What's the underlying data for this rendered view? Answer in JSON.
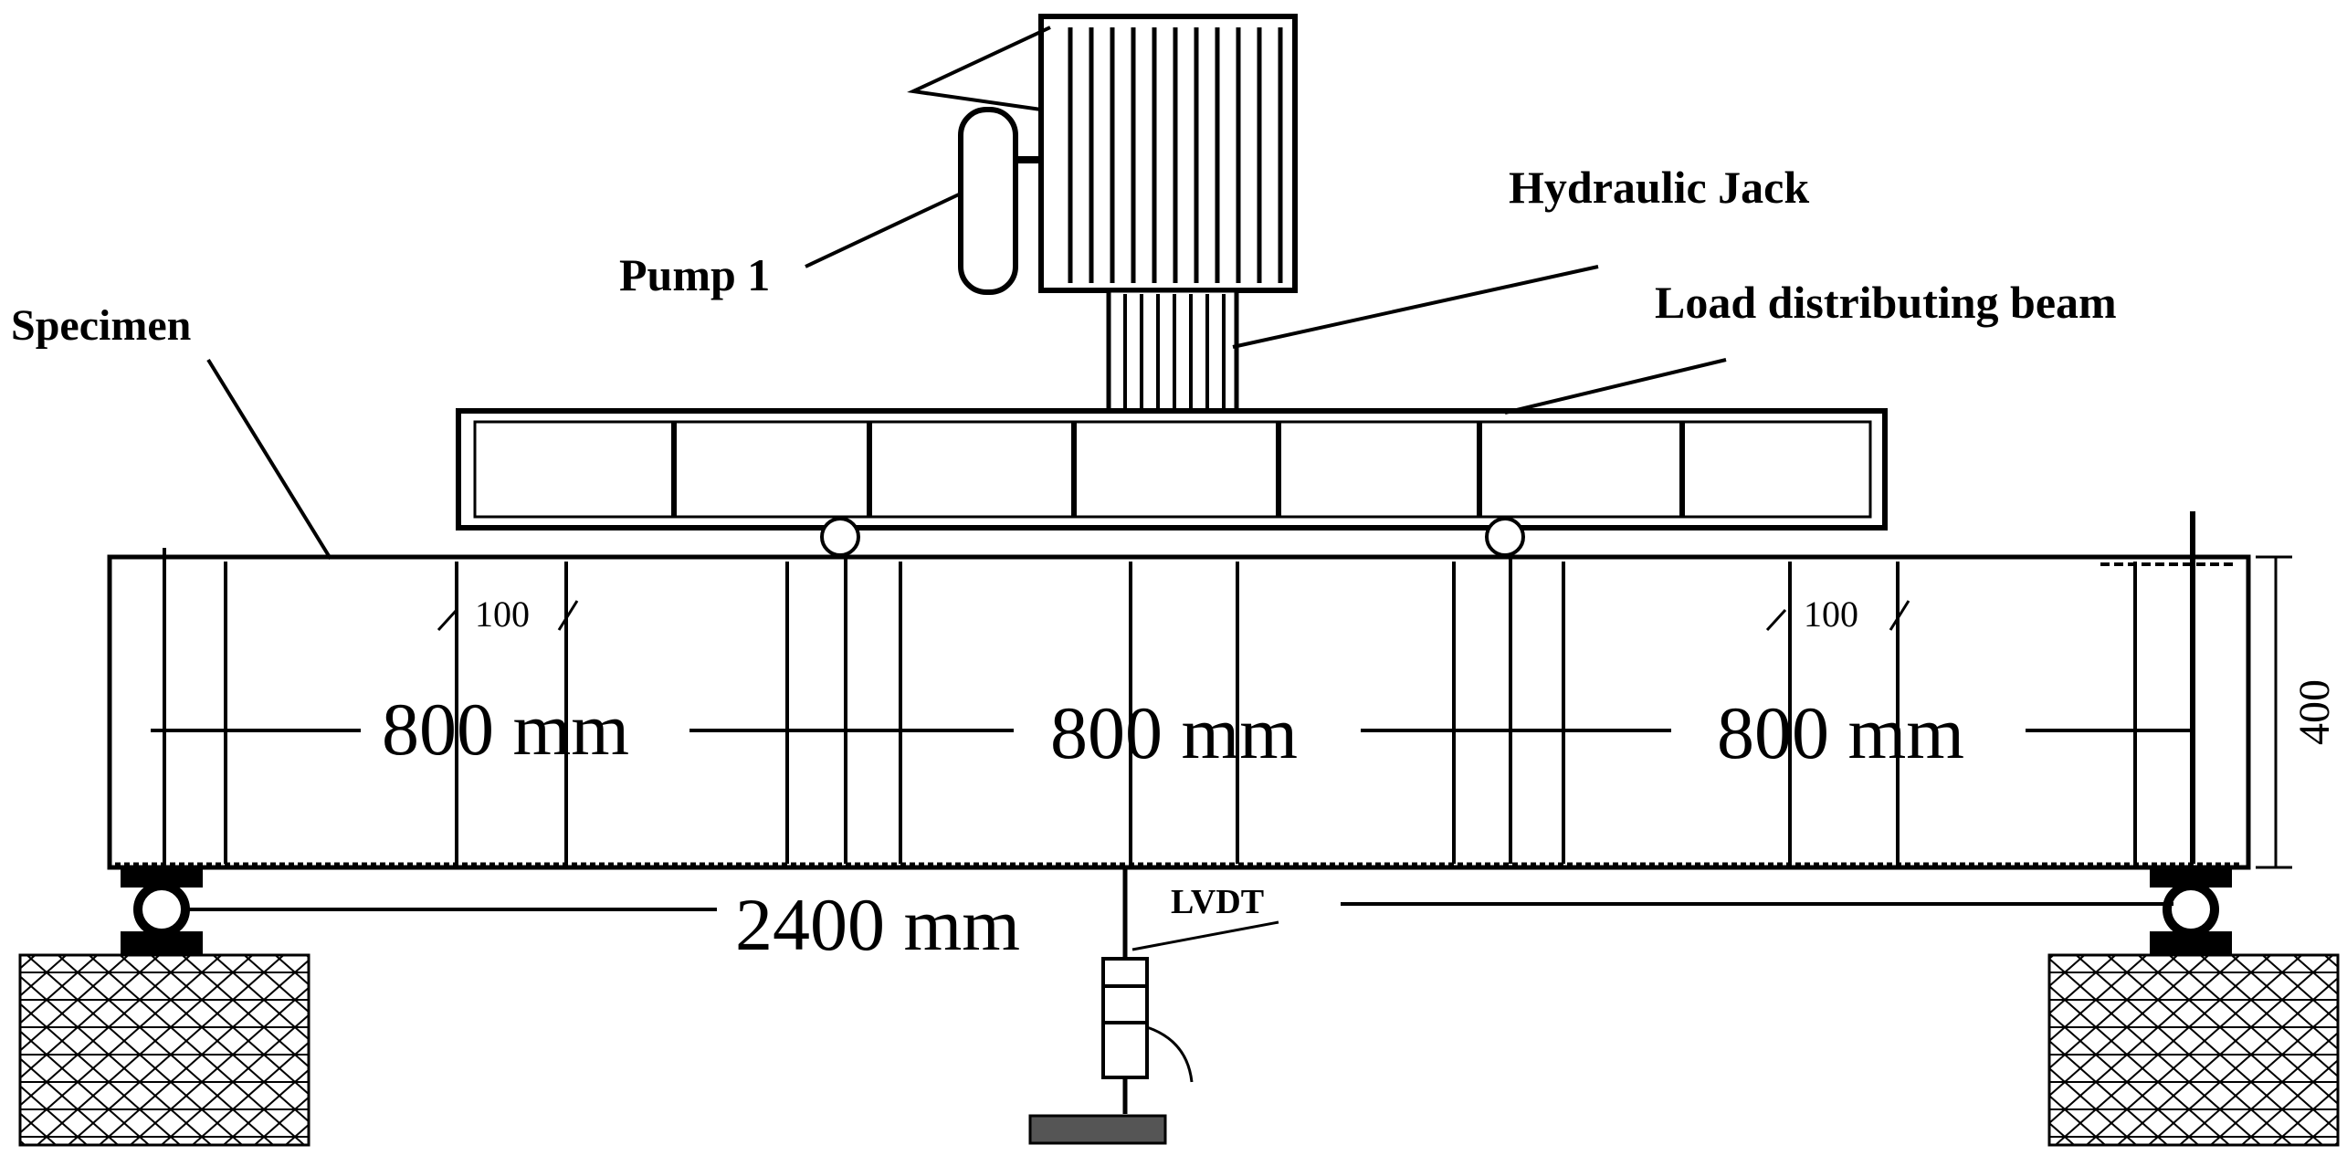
{
  "labels": {
    "pump": "Pump 1",
    "jack": "Hydraulic Jack",
    "distributing_beam": "Load distributing beam",
    "specimen": "Specimen",
    "lvdt": "LVDT"
  },
  "dimensions": {
    "span_left": "800 mm",
    "span_middle": "800 mm",
    "span_right": "800 mm",
    "total_span": "2400 mm",
    "depth": "400",
    "spacing_left": "100",
    "spacing_right": "100"
  },
  "colors": {
    "line": "#000000",
    "background": "#ffffff"
  }
}
